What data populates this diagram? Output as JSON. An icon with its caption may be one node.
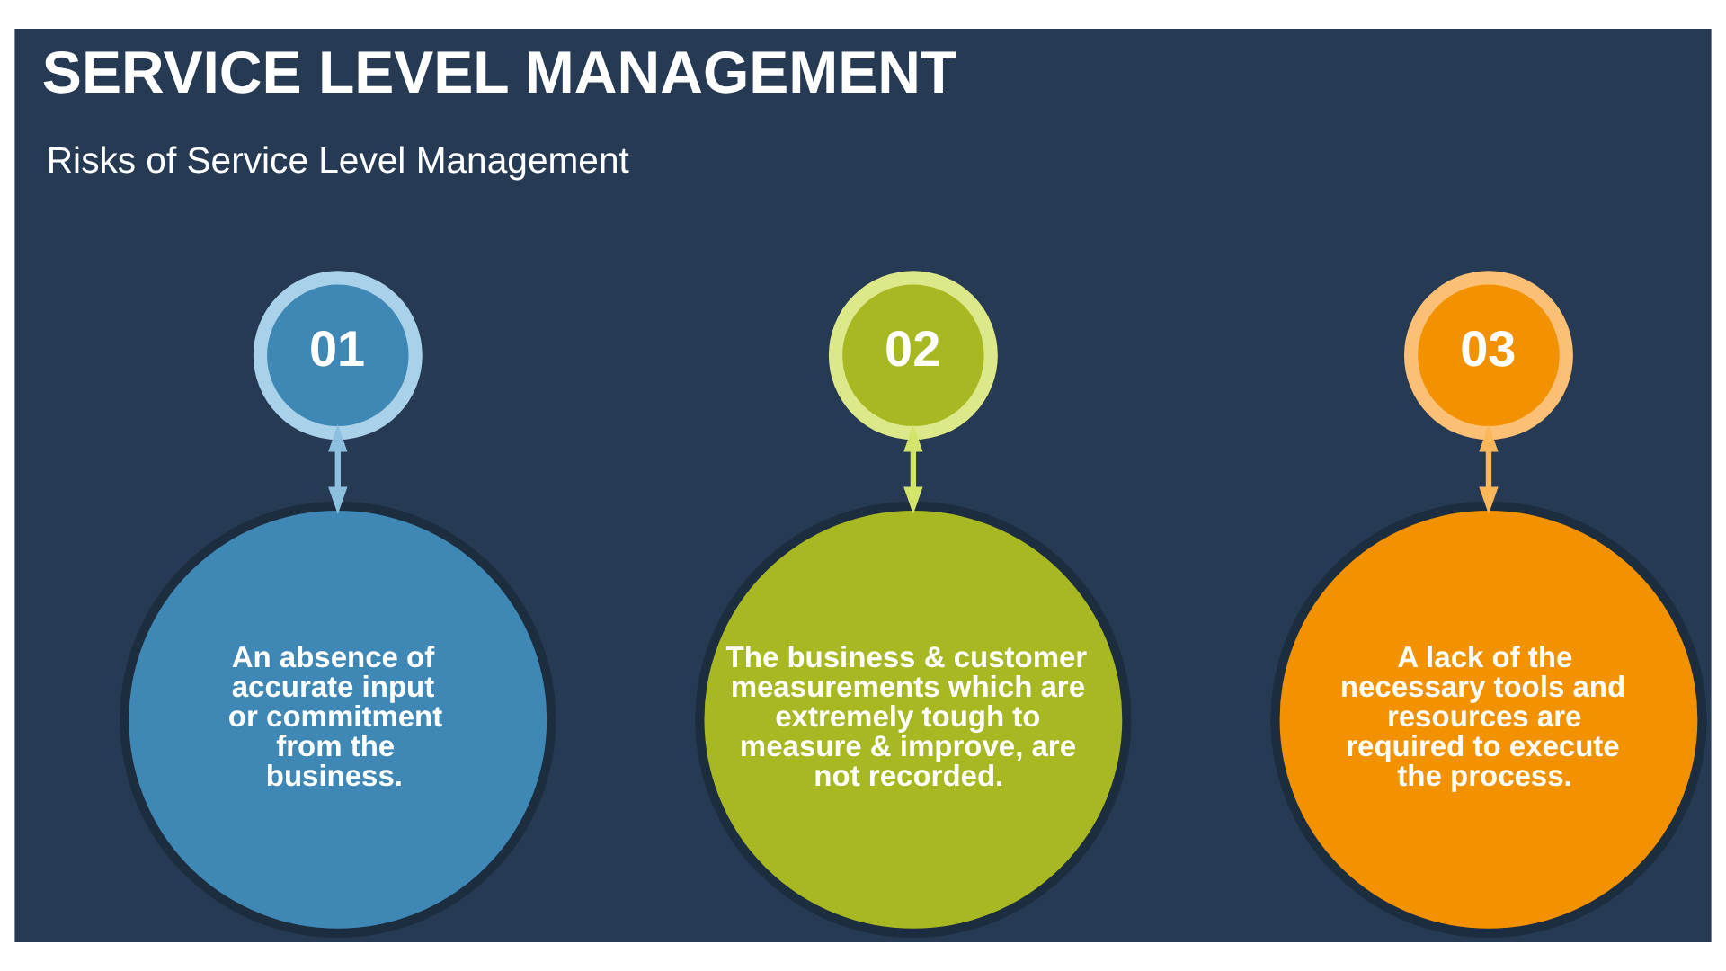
{
  "diagram": {
    "title": "SERVICE LEVEL MANAGEMENT",
    "nodes": [
      {
        "text": [
          "01"
        ]
      },
      {
        "text": [
          "An absence of accurate input or commitment from the business."
        ]
      },
      {
        "text": [
          "02"
        ]
      },
      {
        "text": [
          "The business & customer measurements which are extremely tough to measure & improve, are not recorded."
        ]
      },
      {
        "text": [
          "03"
        ]
      },
      {
        "text": [
          "A lack of the necessary tools and resources are required to execute the process."
        ]
      }
    ],
    "edges": [
      {
        "from": 0,
        "to": 1,
        "arrow": "both",
        "color": "#8cc0de"
      },
      {
        "from": 2,
        "to": 3,
        "arrow": "both",
        "color": "#d4e36a"
      },
      {
        "from": 4,
        "to": 5,
        "arrow": "both",
        "color": "#fbb65a"
      }
    ],
    "labels": [
      "Risks of Service Level Management"
    ]
  }
}
